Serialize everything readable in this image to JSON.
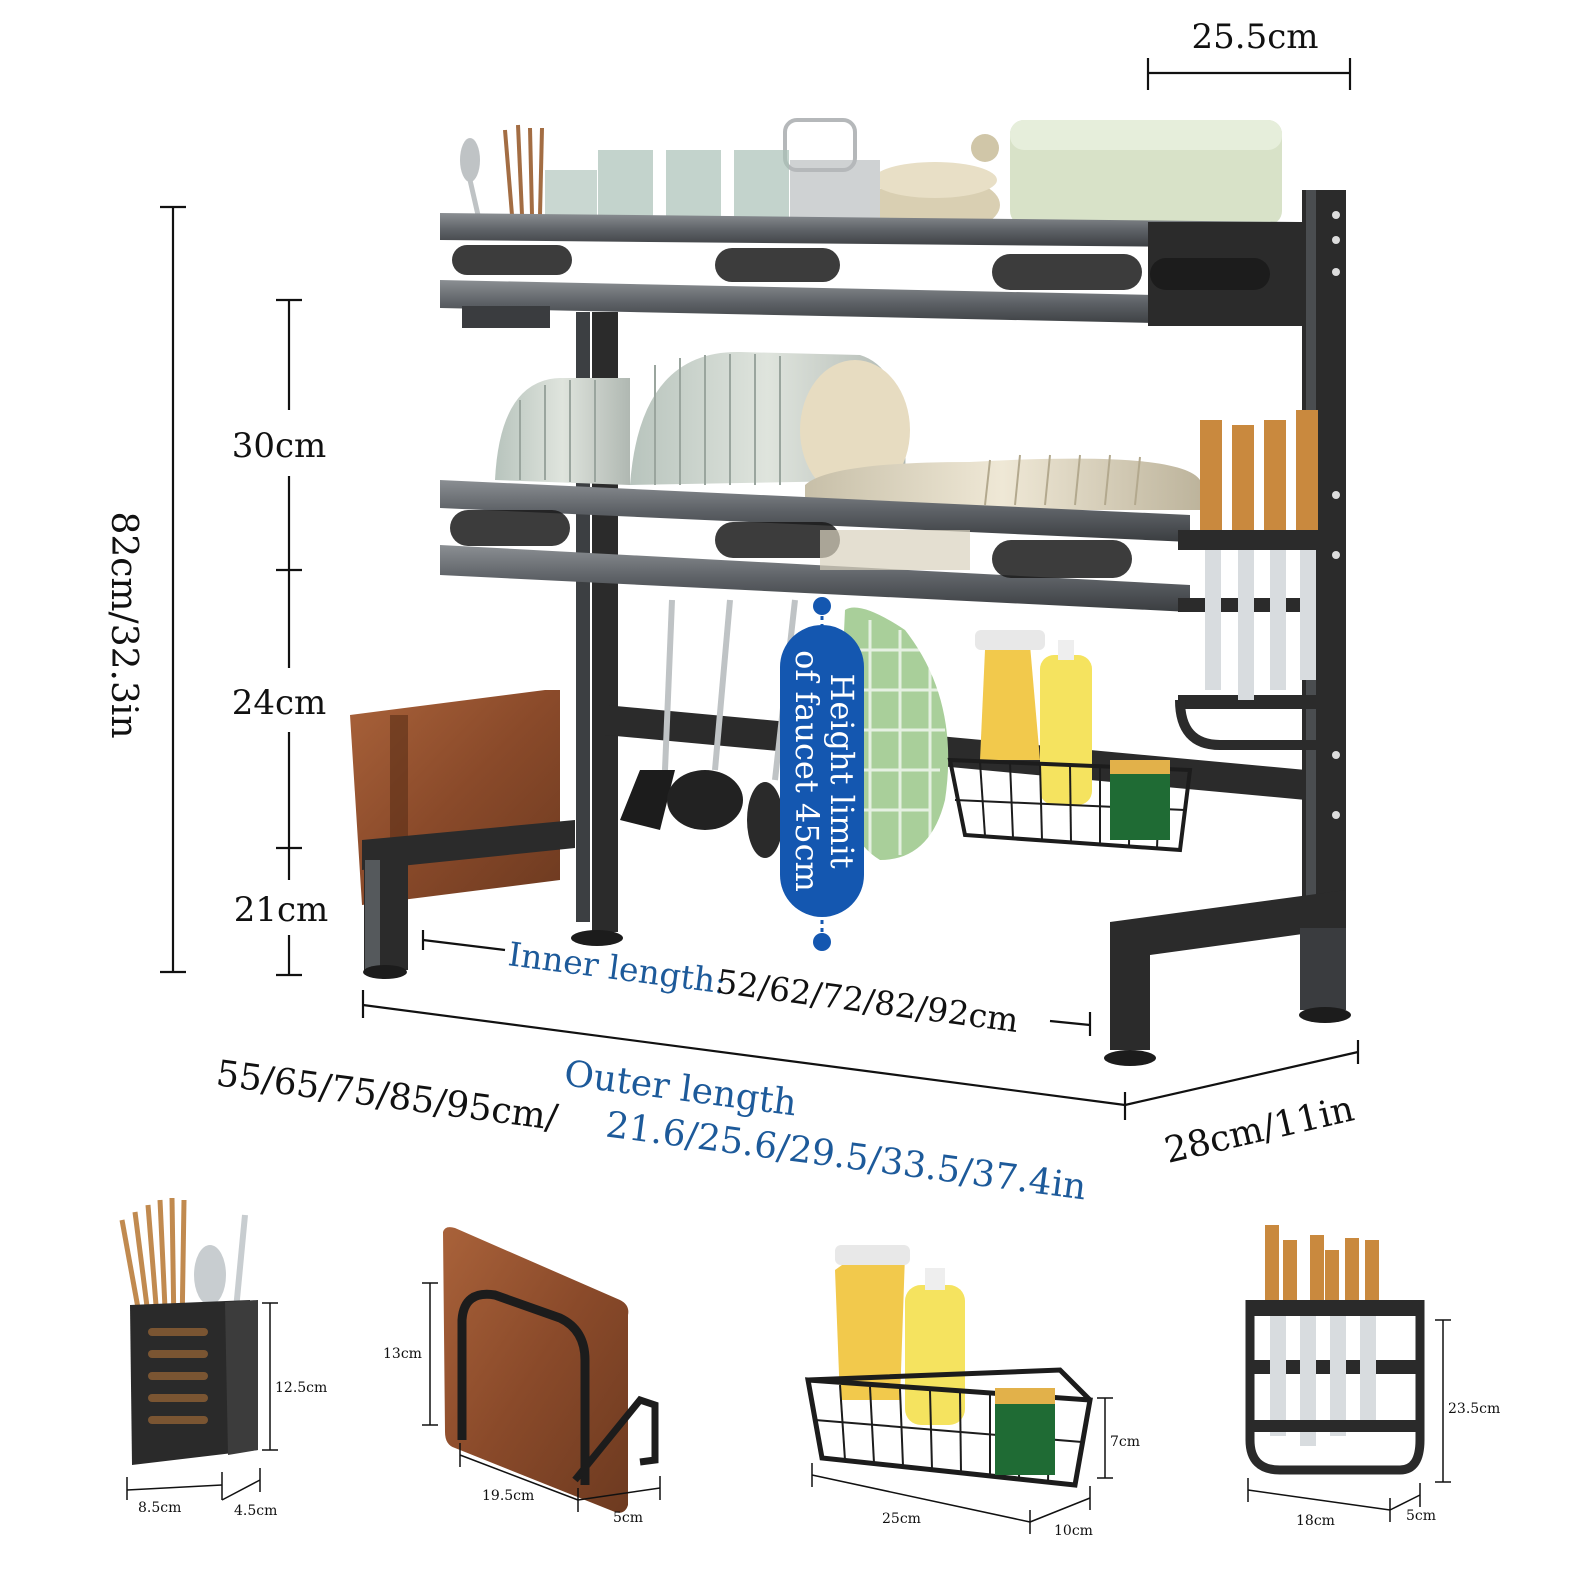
{
  "dimensions": {
    "top_depth": "25.5cm",
    "total_height": "82cm/32.3in",
    "tier_upper": "30cm",
    "tier_middle": "24cm",
    "tier_lower": "21cm",
    "faucet_line1": "Height limit",
    "faucet_line2": "of faucet 45cm",
    "inner_label": "Inner length:",
    "inner_values": "52/62/72/82/92cm",
    "outer_label": "Outer length",
    "outer_cm": "55/65/75/85/95cm/",
    "outer_in": "21.6/25.6/29.5/33.5/37.4in",
    "depth": "28cm/11in"
  },
  "accessories": [
    {
      "name": "utensil holder",
      "height": "12.5cm",
      "width": "8.5cm",
      "depth": "4.5cm"
    },
    {
      "name": "cutting board holder",
      "height": "13cm",
      "width": "19.5cm",
      "depth": "5cm"
    },
    {
      "name": "sponge basket",
      "height": "7cm",
      "width": "25cm",
      "depth": "10cm"
    },
    {
      "name": "knife holder",
      "height": "23.5cm",
      "width": "18cm",
      "depth": "5cm"
    }
  ],
  "colors": {
    "frame": "#2b2b2b",
    "shelf": "#5d6166",
    "wood": "#8a4a2a",
    "label_blue": "#1d5a9a",
    "badge_blue": "#1457b0",
    "plate": "#c9cfc8"
  }
}
